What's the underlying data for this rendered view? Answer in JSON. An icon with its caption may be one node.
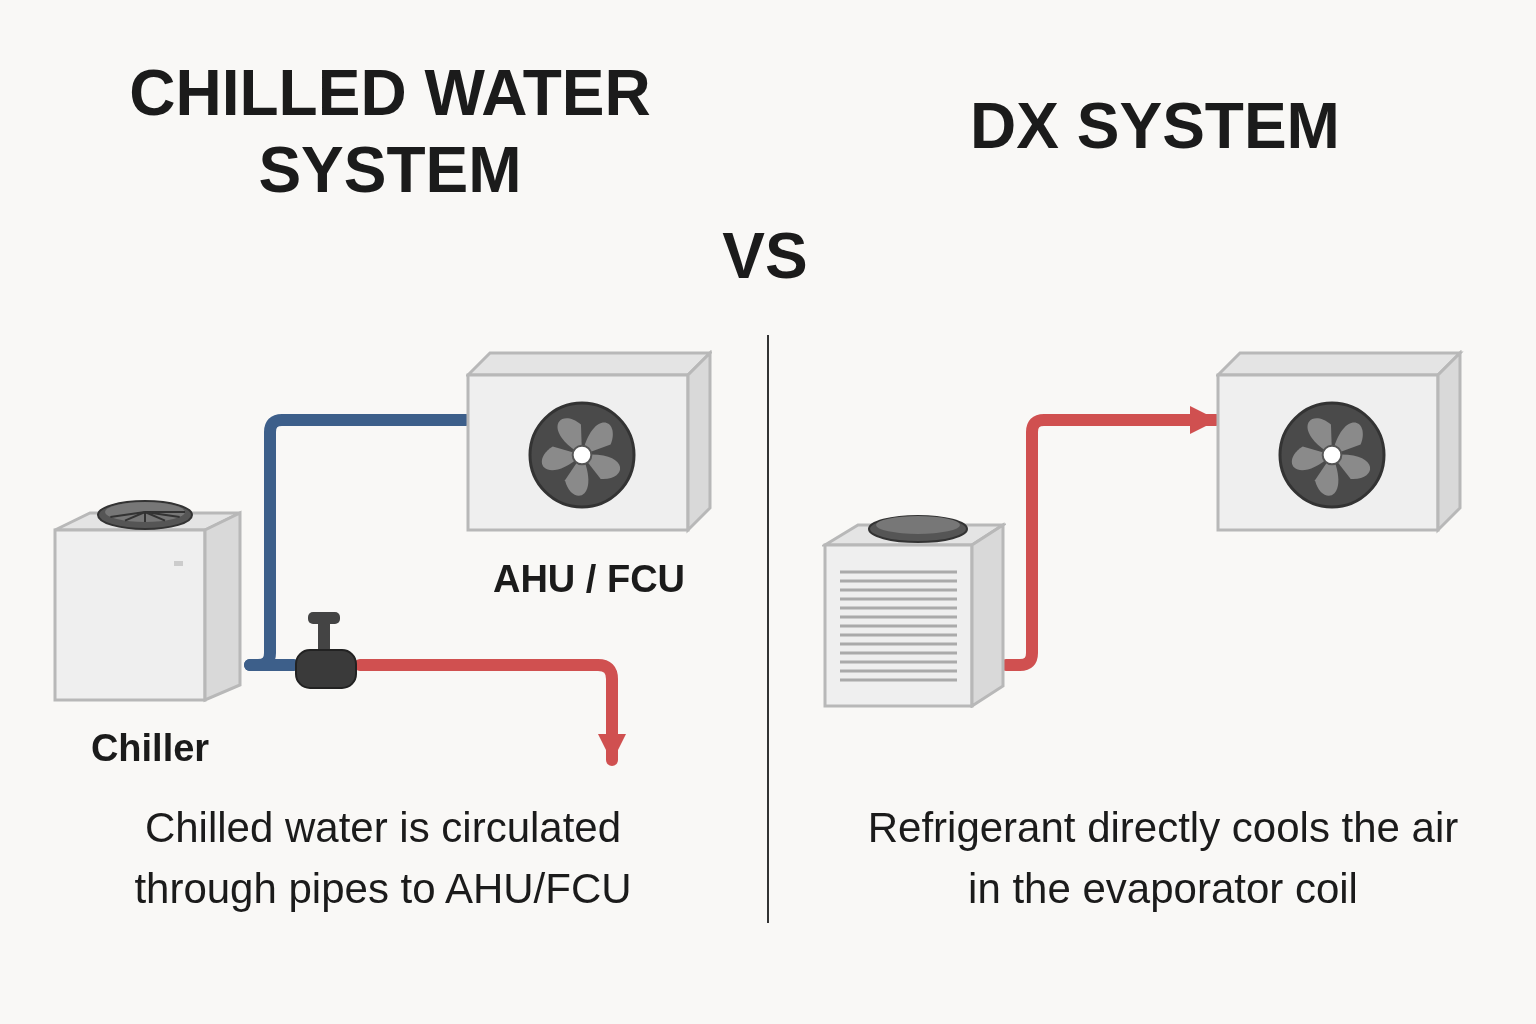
{
  "diagram": {
    "nodes": [
      {
        "text": [
          "Chiller"
        ]
      },
      {
        "text": [
          "AHU / FCU"
        ]
      },
      {
        "text": [],
        "shape": "box"
      },
      {
        "text": [],
        "shape": "picture"
      },
      {
        "text": [],
        "shape": "picture"
      }
    ],
    "edges": [
      {
        "from": 0,
        "to": 1,
        "arrow": "none",
        "color": "#3d5f8a"
      },
      {
        "from": 0,
        "to": 2,
        "arrow": "none",
        "color": "#3d5f8a"
      },
      {
        "from": 2,
        "to": null,
        "arrow": "to",
        "color": "#d05050"
      },
      {
        "from": 3,
        "to": 4,
        "arrow": "to",
        "color": "#d05050"
      }
    ],
    "labels": [
      "CHILLED WATER SYSTEM",
      "DX SYSTEM",
      "VS",
      "Chilled water is circulated through pipes to AHU/FCU",
      "Refrigerant directly cools the air in the evaporator coil"
    ]
  }
}
